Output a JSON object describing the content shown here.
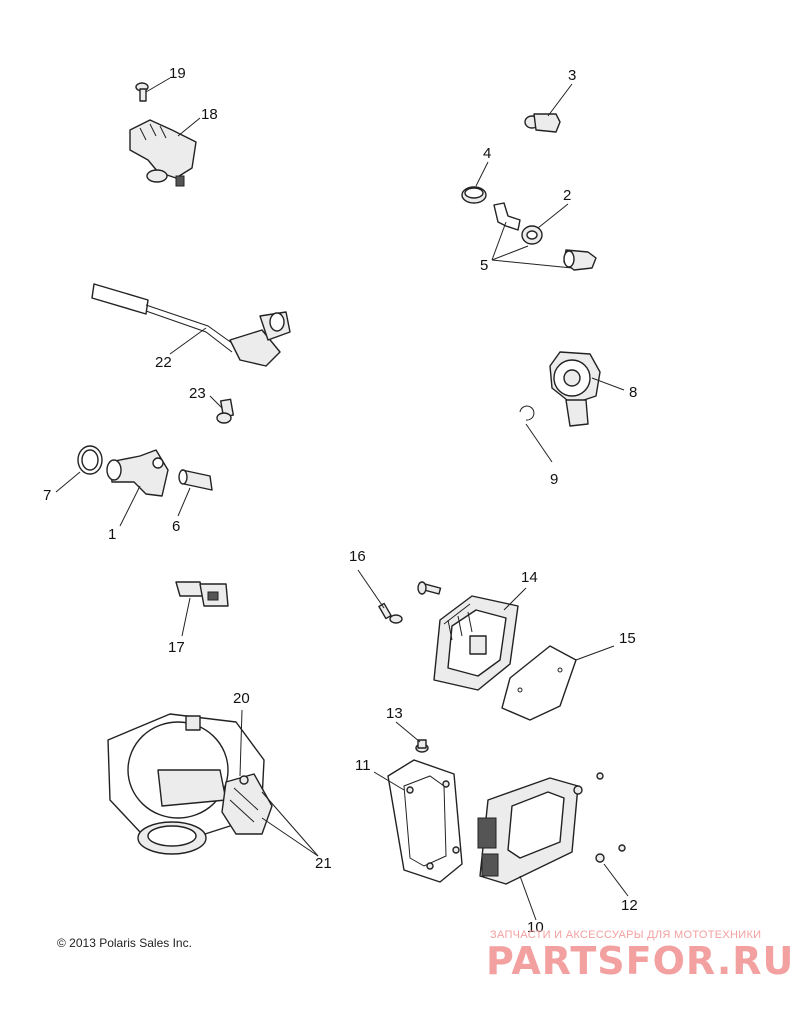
{
  "callouts": [
    {
      "id": "c1",
      "text": "1"
    },
    {
      "id": "c2",
      "text": "2"
    },
    {
      "id": "c3",
      "text": "3"
    },
    {
      "id": "c4",
      "text": "4"
    },
    {
      "id": "c5",
      "text": "5"
    },
    {
      "id": "c6",
      "text": "6"
    },
    {
      "id": "c7",
      "text": "7"
    },
    {
      "id": "c8",
      "text": "8"
    },
    {
      "id": "c9",
      "text": "9"
    },
    {
      "id": "c10",
      "text": "10"
    },
    {
      "id": "c11",
      "text": "11"
    },
    {
      "id": "c12",
      "text": "12"
    },
    {
      "id": "c13",
      "text": "13"
    },
    {
      "id": "c14",
      "text": "14"
    },
    {
      "id": "c15",
      "text": "15"
    },
    {
      "id": "c16",
      "text": "16"
    },
    {
      "id": "c17",
      "text": "17"
    },
    {
      "id": "c18",
      "text": "18"
    },
    {
      "id": "c19",
      "text": "19"
    },
    {
      "id": "c20",
      "text": "20"
    },
    {
      "id": "c21",
      "text": "21"
    },
    {
      "id": "c22",
      "text": "22"
    },
    {
      "id": "c23",
      "text": "23"
    }
  ],
  "copyright": "© 2013 Polaris Sales Inc.",
  "watermark": {
    "tagline": "ЗАПЧАСТИ И АКСЕССУАРЫ ДЛЯ МОТОТЕХНИКИ",
    "logo": "PARTSFOR.RU",
    "color": "#f2a0a0"
  }
}
